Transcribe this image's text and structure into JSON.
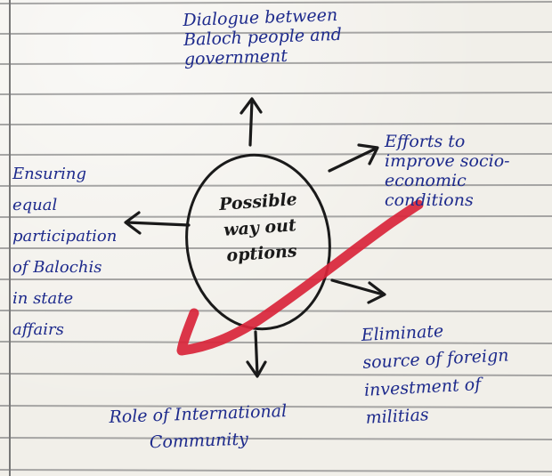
{
  "diagram": {
    "center": "Possible\nway out\noptions",
    "top": "Dialogue between\nBaloch people and\ngovernment",
    "top_right": "Efforts to\nimprove socio-\neconomic\nconditions",
    "left": "Ensuring\nequal\nparticipation\nof Balochis\nin state\naffairs",
    "bottom_right": "Eliminate\nsource of foreign\ninvestment of\nmilitias",
    "bottom": "Role of International\nCommunity"
  },
  "colors": {
    "ink_blue": "#1d2a8c",
    "ink_black": "#1a1a1a",
    "tick_red": "#d9253a",
    "rule_lines": "#8a8a8a"
  }
}
